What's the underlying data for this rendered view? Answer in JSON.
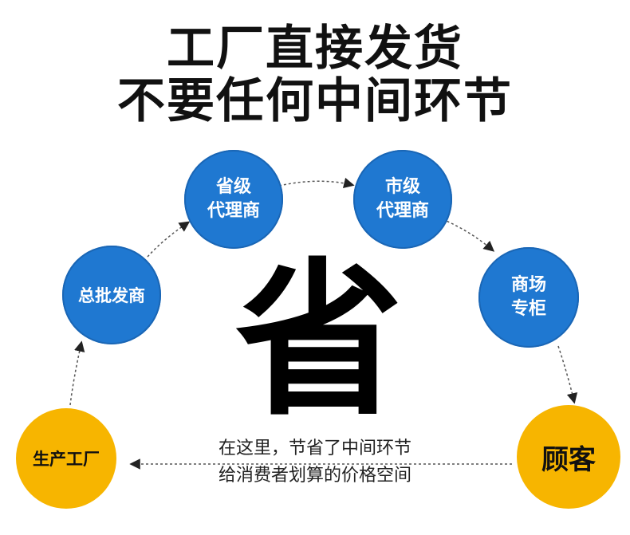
{
  "headline": {
    "line1": "工厂直接发货",
    "line2": "不要任何中间环节"
  },
  "nodes": {
    "factory": {
      "label": "生产工厂"
    },
    "wholesaler": {
      "label": "总批发商"
    },
    "provincial": {
      "line1": "省级",
      "line2": "代理商"
    },
    "city": {
      "line1": "市级",
      "line2": "代理商"
    },
    "mall": {
      "line1": "商场",
      "line2": "专柜"
    },
    "customer": {
      "label": "顾客"
    }
  },
  "center": {
    "char": "省"
  },
  "note": {
    "line1": "在这里，节省了中间环节",
    "line2": "给消费者划算的价格空间"
  },
  "colors": {
    "blue": "#1f78d1",
    "yellow": "#f7b500",
    "arrow": "#222222"
  }
}
